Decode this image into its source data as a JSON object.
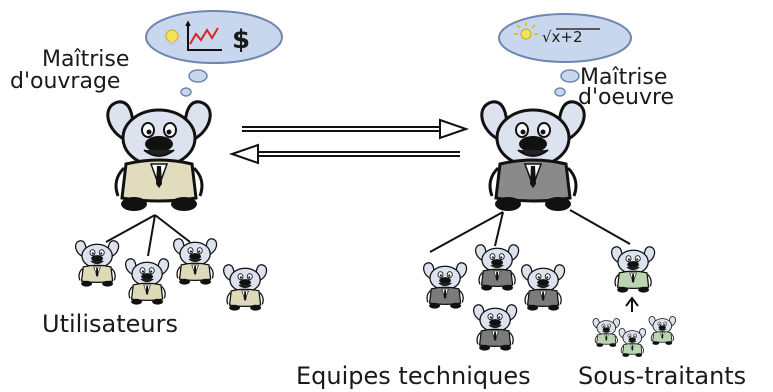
{
  "labels": {
    "moa_line1": "Maîtrise",
    "moa_line2": "d'ouvrage",
    "moe_line1": "Maîtrise",
    "moe_line2": "d'oeuvre",
    "users": "Utilisateurs",
    "teams": "Equipes techniques",
    "subcontractors": "Sous-traitants"
  },
  "bubbles": {
    "moa": {
      "icons": [
        "lightbulb-icon",
        "line-chart-icon",
        "dollar-icon"
      ],
      "symbol": "$"
    },
    "moe": {
      "icons": [
        "lightbulb-icon",
        "sqrt-formula-icon"
      ],
      "formula": "√x+2"
    }
  },
  "colors": {
    "bubble_fill": "#c8d6ee",
    "bubble_stroke": "#6f86b0",
    "dog_body": "#dde3ee",
    "moa_suit": "#e2dcbf",
    "moe_suit": "#8a8a8a",
    "team_suit": "#7b7b7b",
    "sub_suit": "#b9d6b0",
    "user_suit": "#ded9b8",
    "outline": "#111111"
  }
}
